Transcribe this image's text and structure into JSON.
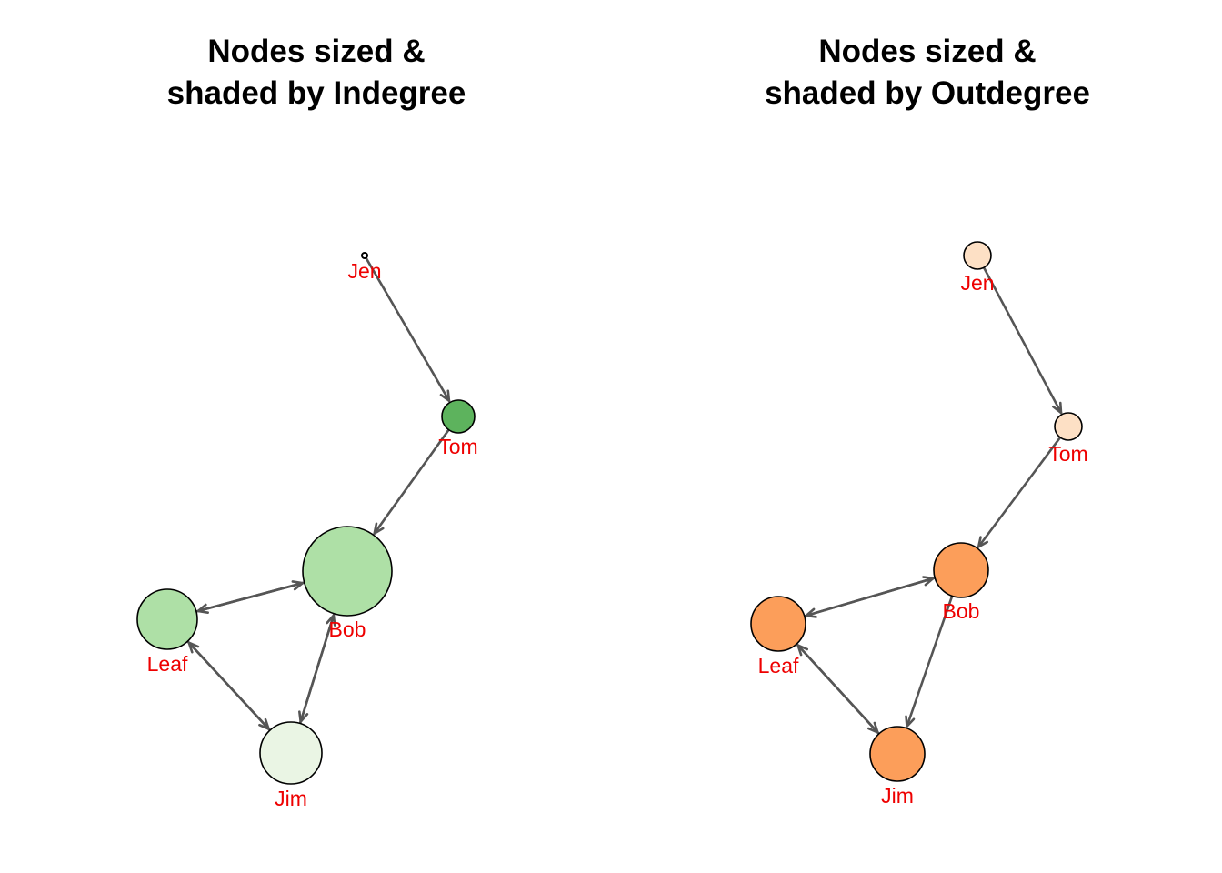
{
  "colors": {
    "edge": "#555555",
    "node_stroke": "#000000",
    "label": "#ee0000"
  },
  "panels": [
    {
      "id": "indegree",
      "title_line1": "Nodes sized &",
      "title_line2": "shaded by Indegree",
      "nodes": [
        {
          "name": "Jen",
          "fill": "#ffffff"
        },
        {
          "name": "Tom",
          "fill": "#5db35d"
        },
        {
          "name": "Bob",
          "fill": "#aee0a6"
        },
        {
          "name": "Leaf",
          "fill": "#aee0a6"
        },
        {
          "name": "Jim",
          "fill": "#eaf5e4"
        }
      ],
      "edges": [
        {
          "from": "Jen",
          "to": "Tom"
        },
        {
          "from": "Tom",
          "to": "Bob"
        },
        {
          "from": "Bob",
          "to": "Leaf"
        },
        {
          "from": "Leaf",
          "to": "Bob"
        },
        {
          "from": "Bob",
          "to": "Jim"
        },
        {
          "from": "Jim",
          "to": "Bob"
        },
        {
          "from": "Leaf",
          "to": "Jim"
        },
        {
          "from": "Jim",
          "to": "Leaf"
        }
      ]
    },
    {
      "id": "outdegree",
      "title_line1": "Nodes sized &",
      "title_line2": "shaded by Outdegree",
      "nodes": [
        {
          "name": "Jen",
          "fill": "#fde0c5"
        },
        {
          "name": "Tom",
          "fill": "#fde0c5"
        },
        {
          "name": "Bob",
          "fill": "#fc9e5a"
        },
        {
          "name": "Leaf",
          "fill": "#fc9e5a"
        },
        {
          "name": "Jim",
          "fill": "#fc9e5a"
        }
      ],
      "edges": [
        {
          "from": "Jen",
          "to": "Tom"
        },
        {
          "from": "Tom",
          "to": "Bob"
        },
        {
          "from": "Bob",
          "to": "Leaf"
        },
        {
          "from": "Leaf",
          "to": "Bob"
        },
        {
          "from": "Bob",
          "to": "Jim"
        },
        {
          "from": "Leaf",
          "to": "Jim"
        },
        {
          "from": "Jim",
          "to": "Leaf"
        }
      ]
    }
  ]
}
